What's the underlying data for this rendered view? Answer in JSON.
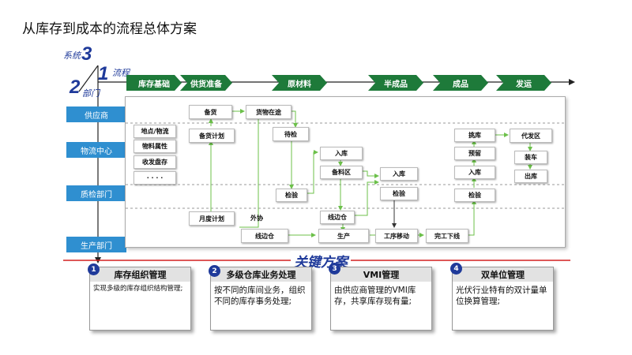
{
  "title": "从库存到成本的流程总体方案",
  "axis": {
    "system_num": "3",
    "system_label": "系统",
    "flow_num": "1",
    "flow_label": "流程",
    "dept_num": "2",
    "dept_label": "部门"
  },
  "stages": [
    "库存基础",
    "供货准备",
    "原材料",
    "半成品",
    "成品",
    "发运"
  ],
  "departments": [
    "供应商",
    "物流中心",
    "质检部门",
    "生产部门"
  ],
  "nodes": {
    "beihuo": "备货",
    "beihuo_plan": "备货计划",
    "goods_transit": "货物在途",
    "daijian": "待检",
    "jianyan1": "检验",
    "ruku1": "入库",
    "beiliaoqu": "备料区",
    "ruku2": "入库",
    "jianyan2": "检验",
    "xianbiancang1": "线边仓",
    "waixie": "外协",
    "yuedu_plan": "月度计划",
    "xianbiancang2": "线边仓",
    "shengchan": "生产",
    "gongxu_move": "工序移动",
    "wangong": "完工下线",
    "tiaoku": "挑库",
    "yuliu": "预留",
    "ruku3": "入库",
    "jianyan3": "检验",
    "daifaqu": "代发区",
    "zhuangche": "装车",
    "chuku": "出库",
    "didian_wuliu": "地点/物流",
    "wuliao_shuxing": "物料属性",
    "shoufa_pancun": "收发盘存",
    "dots": "· · · ·"
  },
  "key_solutions": {
    "title": "关键方案",
    "cards": [
      {
        "num": "1",
        "head": "库存组织管理",
        "body": "实现多级的库存组织结构管理;"
      },
      {
        "num": "2",
        "head": "多级仓库业务处理",
        "body": "按不同的库间业务，组织不同的库存事务处理;"
      },
      {
        "num": "3",
        "head": "VMI管理",
        "body": "由供应商管理的VMI库存，共享库存现有量;"
      },
      {
        "num": "4",
        "head": "双单位管理",
        "body": "光伏行业特有的双计量单位换算管理;"
      }
    ]
  },
  "colors": {
    "stage": "#1e7a3a",
    "dept": "#2f8fd0",
    "accent": "#1f3a9a",
    "divider": "#d42020",
    "flow_line": "#6cc04a"
  }
}
